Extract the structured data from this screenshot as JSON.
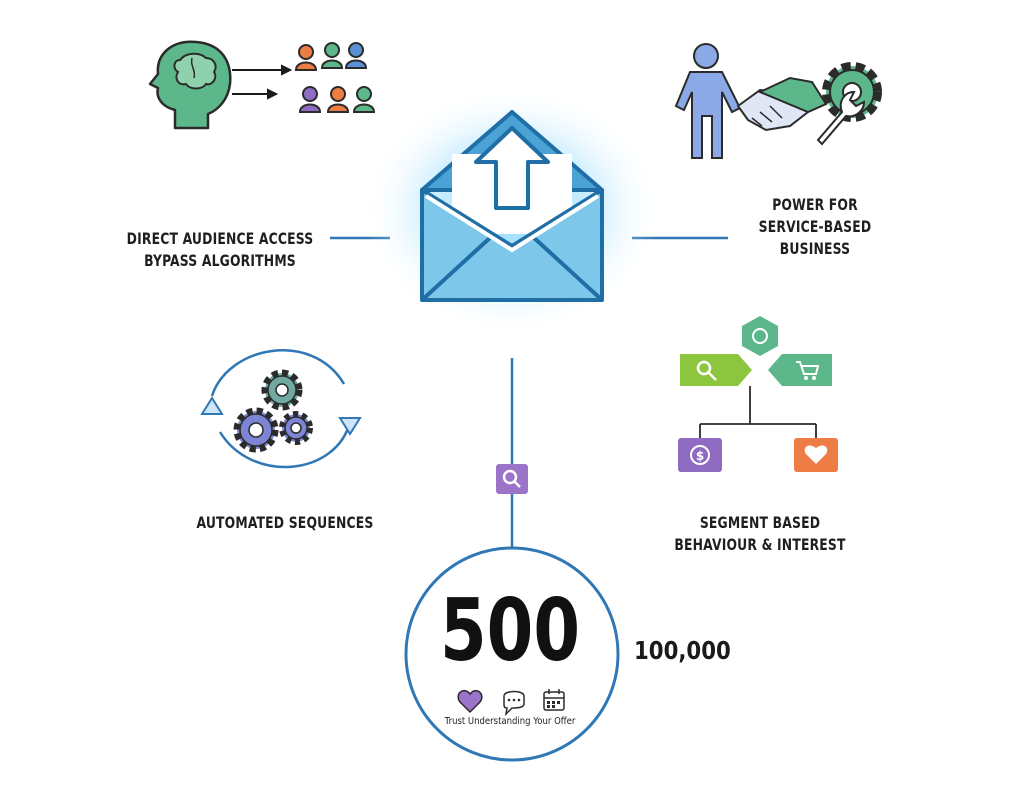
{
  "top_left": {
    "line1": "DIRECT AUDIENCE ACCESS",
    "line2": "BYPASS ALGORITHMS"
  },
  "top_right": {
    "line1": "POWER FOR",
    "line2": "SERVICE-BASED",
    "line3": "BUSINESS"
  },
  "middle_left": {
    "label": "AUTOMATED SEQUENCES"
  },
  "middle_right": {
    "line1": "SEGMENT BASED",
    "line2": "BEHAVIOUR & INTEREST"
  },
  "bottom": {
    "number": "500",
    "side_number": "100,000",
    "caption": "Trust Understanding Your Offer",
    "icons": [
      "heart-icon",
      "chat-bubble-icon",
      "calendar-icon"
    ]
  },
  "colors": {
    "accent_blue": "#2f77b5",
    "envelope_blue": "#4aa3d4",
    "green": "#5cb88a",
    "purple": "#8f6bc2",
    "orange": "#ee7d45",
    "lime": "#8cc63f"
  }
}
